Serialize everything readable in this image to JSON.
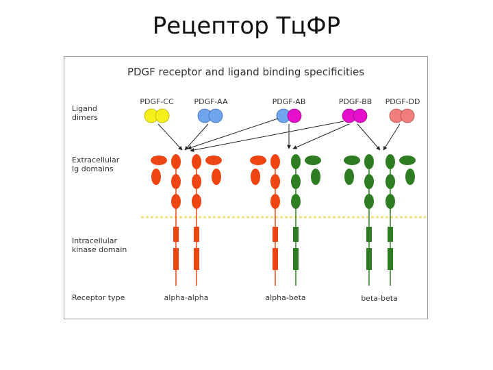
{
  "slide": {
    "title": "Рецептор ТцФР"
  },
  "figure": {
    "title": "PDGF receptor and ligand binding specificities",
    "row_labels": {
      "ligand": [
        "Ligand",
        "dimers"
      ],
      "extracellular": [
        "Extracellular",
        "Ig domains"
      ],
      "intracellular": [
        "Intracellular",
        "kinase domain"
      ],
      "receptor_type": [
        "Receptor type"
      ]
    },
    "ligands": [
      {
        "name": "PDGF-CC",
        "color": "#f5ef1c"
      },
      {
        "name": "PDGF-AA",
        "color": "#6fa5ee"
      },
      {
        "name": "PDGF-AB",
        "colors": [
          "#6fa5ee",
          "#e60fcb"
        ]
      },
      {
        "name": "PDGF-BB",
        "color": "#e60fcb"
      },
      {
        "name": "PDGF-DD",
        "color": "#f07f7c"
      }
    ],
    "receptors": [
      {
        "type": "alpha-alpha",
        "chains": [
          "alpha",
          "alpha"
        ]
      },
      {
        "type": "alpha-beta",
        "chains": [
          "alpha",
          "beta"
        ]
      },
      {
        "type": "beta-beta",
        "chains": [
          "beta",
          "beta"
        ]
      }
    ],
    "colors": {
      "alpha": "#ef4512",
      "beta": "#2e7d22",
      "membrane": "#f3e27a",
      "arrow": "#222222",
      "text": "#333333"
    }
  }
}
